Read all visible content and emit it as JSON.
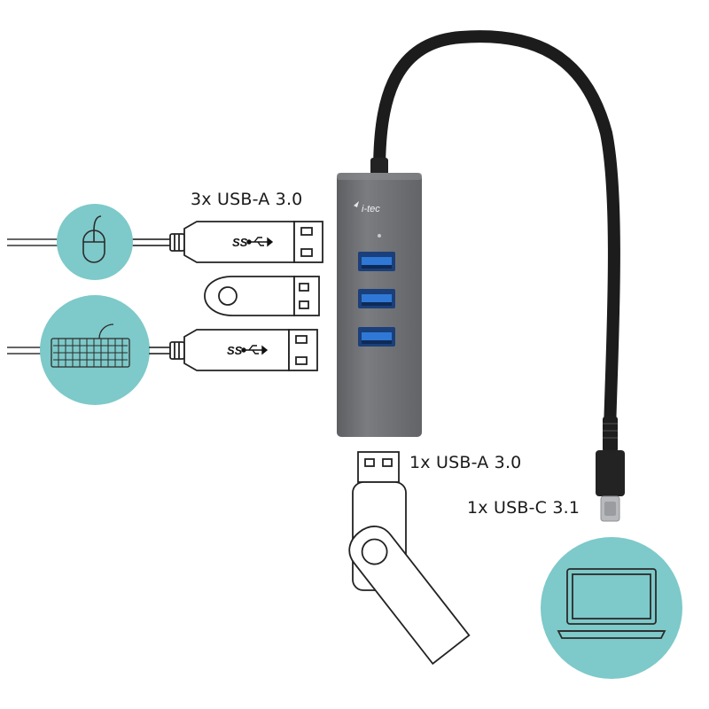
{
  "labels": {
    "usb_a_3x": "3x USB-A 3.0",
    "usb_a_1x": "1x USB-A 3.0",
    "usb_c": "1x USB-C 3.1"
  },
  "hub": {
    "brand": "i-tec",
    "port_count": 3
  },
  "plug_marking": "SS",
  "icons": {
    "mouse": "mouse-icon",
    "keyboard": "keyboard-icon",
    "laptop": "laptop-icon",
    "flash_drive": "usb-flash-drive-icon"
  },
  "colors": {
    "circle": "#7ec9c9",
    "hub_body": "#6d6f72",
    "port_blue": "#1f5fb8",
    "cable": "#1c1c1c"
  }
}
